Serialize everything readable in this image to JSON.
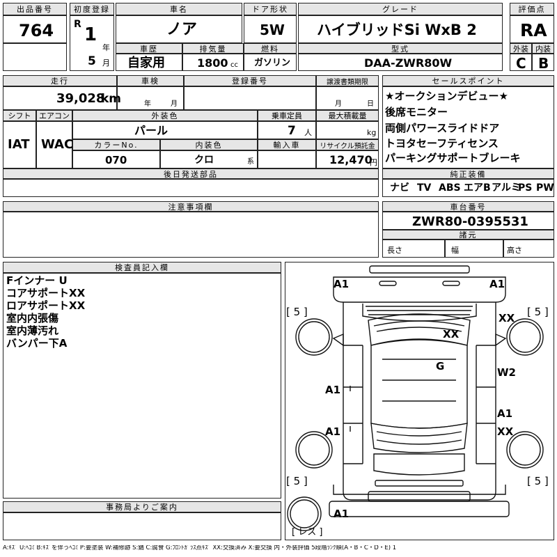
{
  "headers": {
    "lot": "出品番号",
    "first_reg": "初度登録",
    "car_name": "車名",
    "door": "ドア形状",
    "grade": "グレード",
    "score": "評価点",
    "history": "車歴",
    "displacement": "排気量",
    "fuel": "燃料",
    "model_code": "型式",
    "exterior": "外装",
    "interior": "内装",
    "mileage": "走行",
    "inspection": "車検",
    "reg_no": "登録番号",
    "transfer_docs": "譲渡書類期限",
    "sales_point": "セールスポイント",
    "shift": "シフト",
    "ac": "エアコン",
    "ext_color": "外装色",
    "capacity": "乗車定員",
    "max_load": "最大積載量",
    "color_no": "カラーNo.",
    "int_color": "内装色",
    "import": "輸入車",
    "recycle": "リサイクル預託金",
    "later_parts": "後日発送部品",
    "genuine_equip": "純正装備",
    "notes": "注意事項欄",
    "chassis_no": "車台番号",
    "dimensions": "諸元",
    "inspector": "検査員記入欄",
    "office": "事務局よりご案内"
  },
  "values": {
    "lot_no": "764",
    "era": "R",
    "era_year": "1",
    "year_unit": "年",
    "month": "5",
    "month_unit": "月",
    "car_name": "ノア",
    "door": "5W",
    "grade": "ハイブリッドSi WxB 2",
    "score": "RA",
    "history": "自家用",
    "displacement": "1800",
    "cc": "cc",
    "fuel": "ガソリン",
    "model_code": "DAA-ZWR80W",
    "exterior_grade": "C",
    "interior_grade": "B",
    "mileage": "39,028",
    "km": "km",
    "insp_year": "年",
    "insp_month": "月",
    "transfer_month": "月",
    "transfer_day": "日",
    "shift": "IAT",
    "ac": "WAC",
    "ext_color": "パール",
    "capacity": "7",
    "person": "人",
    "kg": "kg",
    "color_no": "070",
    "int_color": "クロ",
    "kei": "系",
    "recycle": "12,470",
    "yen": "円",
    "chassis_no": "ZWR80-0395531",
    "length": "長さ",
    "width": "幅",
    "height": "高さ"
  },
  "sales_points": [
    "★オークションデビュー★",
    "後席モニター",
    "両側パワースライドドア",
    "トヨタセーフティセンス",
    "パーキングサポートブレーキ"
  ],
  "equipment": [
    "ナビ",
    "TV",
    "ABS",
    "エアB",
    "アルミ",
    "PS",
    "PW"
  ],
  "inspector_notes": [
    "Fインナー U",
    "コアサポートXX",
    "ロアサポートXX",
    "室内内張傷",
    "室内薄汚れ",
    "バンパー下A"
  ],
  "diagram": {
    "tyre_labels": [
      "[ 5 ]",
      "[ 5 ]",
      "[ 5 ]",
      "[ 5 ]"
    ],
    "marks": {
      "front_left": "A1",
      "front_right": "A1",
      "hood": "XX",
      "right_front_fender": "XX",
      "roof": "G",
      "right_front_door": "W2",
      "left_front_door": "A1",
      "left_rear_door": "A1",
      "right_rear_a1": "A1",
      "right_rear_xx": "XX",
      "rear_bumper": "A1"
    },
    "spare": "[ レス ]"
  },
  "legend": "A:ｷｽﾞ U:ﾍｺﾐ B:ｷｽﾞを伴うﾍｺﾐ P:要塗装 W:補修跡 S:錆 C:腐食 G:ﾌﾛﾝﾄｶﾞﾗｽ点ｷｽﾞ XX:交換済み X:要交換 内・外装評価 5段階ﾗﾝｸ順(A・B・C・D・E) 1"
}
